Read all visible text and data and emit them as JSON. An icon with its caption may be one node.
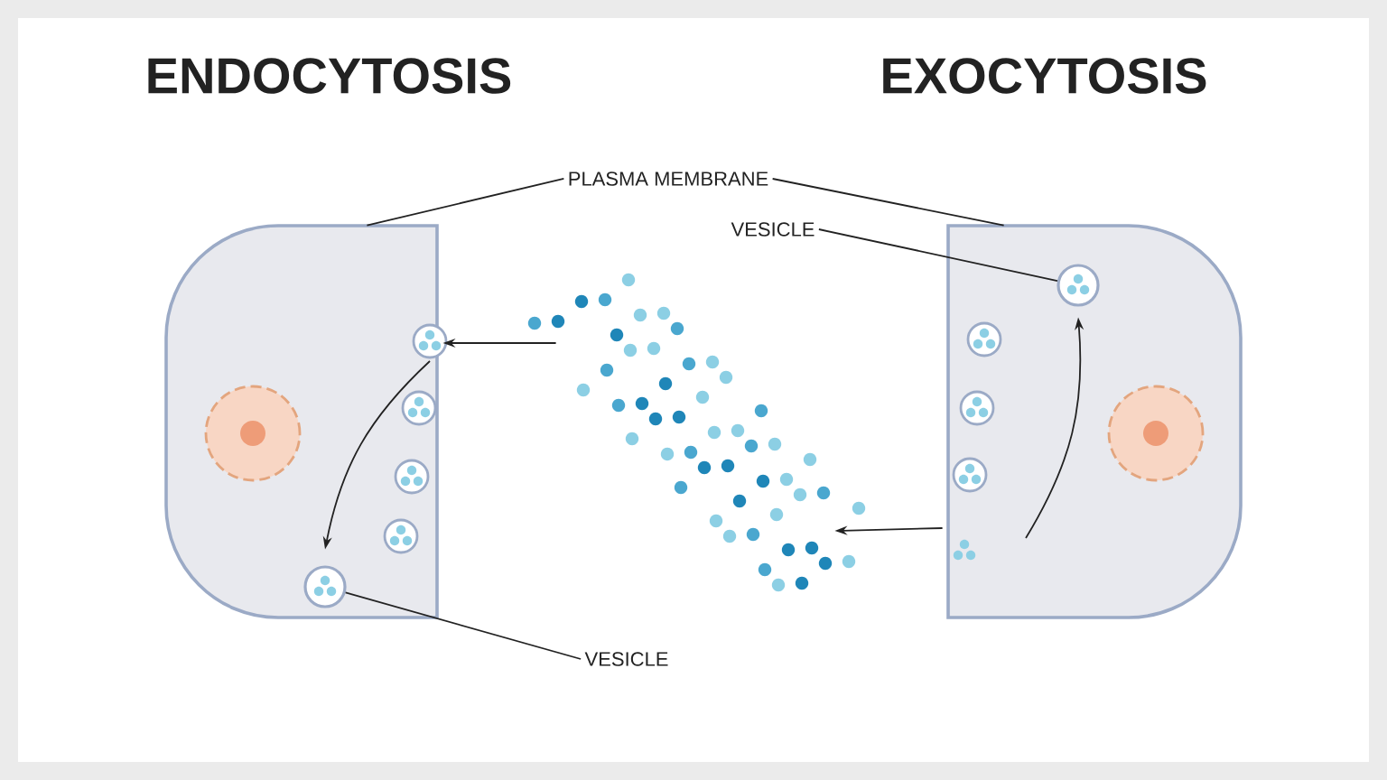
{
  "diagram": {
    "nodes": [
      {
        "text": [
          "PLASMA MEMBRANE"
        ]
      },
      {
        "text": [
          "VESICLE"
        ]
      },
      {
        "text": [
          "VESICLE"
        ]
      },
      {
        "text": [],
        "shape": "cell"
      },
      {
        "text": [],
        "shape": "cell"
      },
      {
        "text": [],
        "shape": "circle",
        "in": 3
      },
      {
        "text": [],
        "shape": "circle",
        "in": 4
      },
      {
        "text": [],
        "shape": "picture"
      }
    ],
    "edges": [
      {
        "from": 0,
        "to": 3,
        "arrow": "none"
      },
      {
        "from": 0,
        "to": 4,
        "arrow": "none"
      },
      {
        "from": 1,
        "to": 6,
        "arrow": "none"
      },
      {
        "from": 2,
        "to": 5,
        "arrow": "none"
      },
      {
        "from": 7,
        "to": 3,
        "arrow": "to"
      },
      {
        "from": 4,
        "to": 7,
        "arrow": "to"
      },
      {
        "from": null,
        "to": 5,
        "arrow": "to"
      },
      {
        "from": null,
        "to": 6,
        "arrow": "to"
      }
    ],
    "labels": [
      "ENDOCYTOSIS",
      "EXOCYTOSIS"
    ]
  }
}
